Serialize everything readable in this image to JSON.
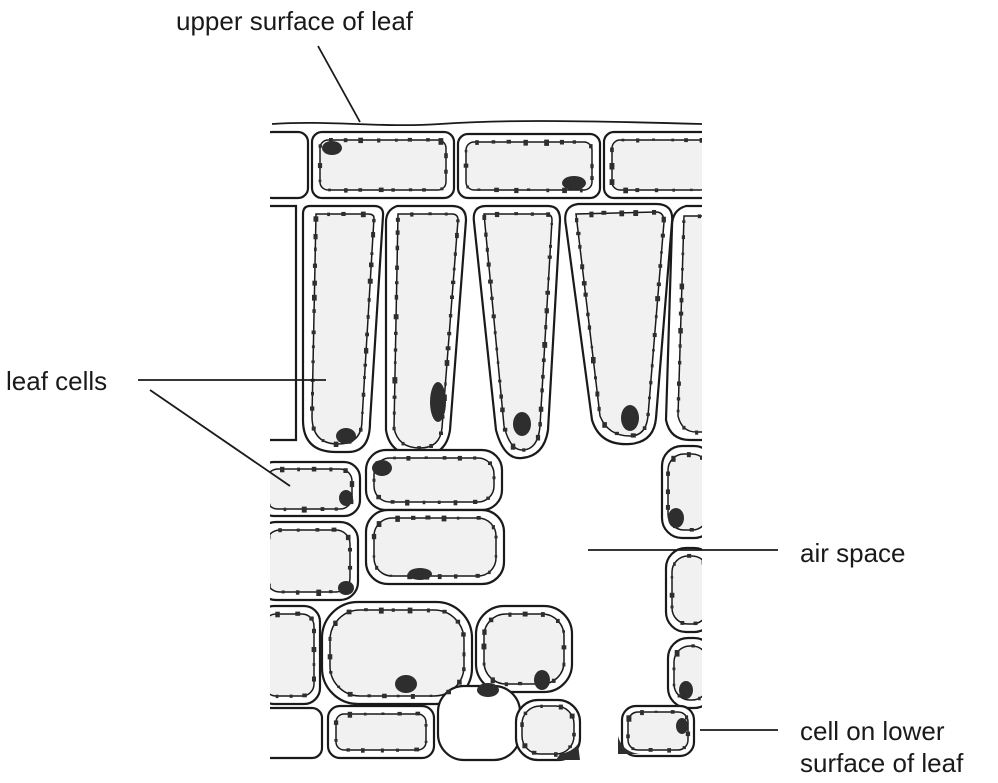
{
  "labels": {
    "upper_surface": "upper surface of leaf",
    "leaf_cells": "leaf cells",
    "air_space": "air space",
    "lower_cell_line1": "cell on lower",
    "lower_cell_line2": "surface of leaf"
  },
  "colors": {
    "ink": "#1a1a1a",
    "cytoplasm": "#f1f1f1",
    "nucleus": "#2e2e2e",
    "background": "#ffffff"
  }
}
